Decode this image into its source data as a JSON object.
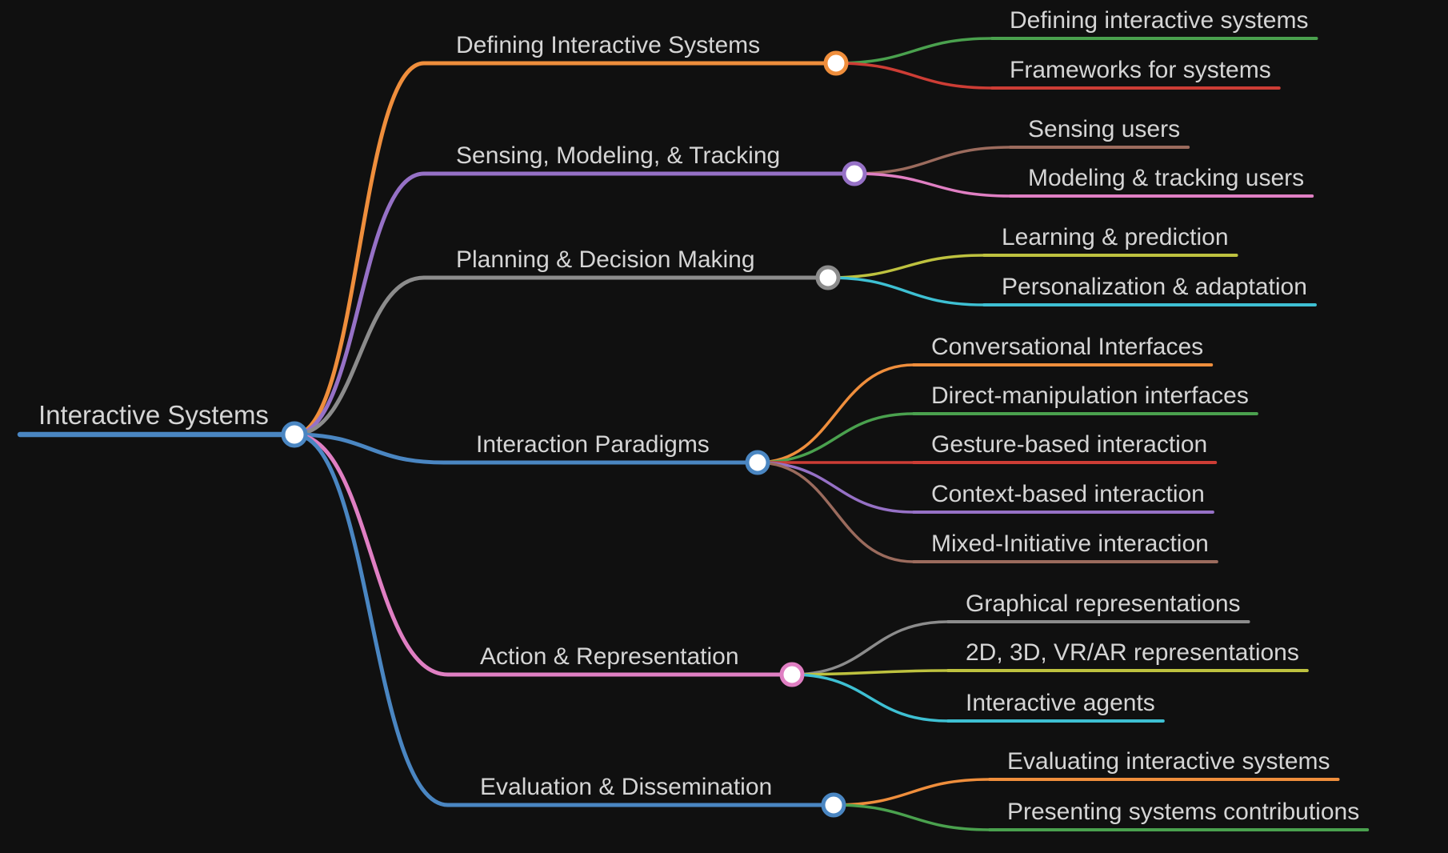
{
  "diagram": {
    "type": "mindmap",
    "background": "#101010",
    "text_color": "#d5d5d5",
    "node_fill": "#ffffff",
    "palette": {
      "blue": "#4a86c2",
      "orange": "#ef8e3c",
      "green": "#4aa14e",
      "red": "#cd3d35",
      "purple": "#9671c6",
      "brown": "#9b6b5d",
      "pink": "#e07fc3",
      "gray": "#8c8c8c",
      "olive": "#bec23f",
      "cyan": "#3ec0d3"
    },
    "tree": {
      "label": "Interactive Systems",
      "color": "#4a86c2",
      "children": [
        {
          "label": "Defining Interactive Systems",
          "color": "#ef8e3c",
          "children": [
            {
              "label": "Defining interactive systems",
              "color": "#4aa14e"
            },
            {
              "label": "Frameworks for systems",
              "color": "#cd3d35"
            }
          ]
        },
        {
          "label": "Sensing, Modeling, & Tracking",
          "color": "#9671c6",
          "children": [
            {
              "label": "Sensing users",
              "color": "#9b6b5d"
            },
            {
              "label": "Modeling & tracking users",
              "color": "#e07fc3"
            }
          ]
        },
        {
          "label": "Planning & Decision Making",
          "color": "#8c8c8c",
          "children": [
            {
              "label": "Learning & prediction",
              "color": "#bec23f"
            },
            {
              "label": "Personalization & adaptation",
              "color": "#3ec0d3"
            }
          ]
        },
        {
          "label": "Interaction Paradigms",
          "color": "#4a86c2",
          "children": [
            {
              "label": "Conversational Interfaces",
              "color": "#ef8e3c"
            },
            {
              "label": "Direct-manipulation interfaces",
              "color": "#4aa14e"
            },
            {
              "label": "Gesture-based interaction",
              "color": "#cd3d35"
            },
            {
              "label": "Context-based interaction",
              "color": "#9671c6"
            },
            {
              "label": "Mixed-Initiative interaction",
              "color": "#9b6b5d"
            }
          ]
        },
        {
          "label": "Action & Representation",
          "color": "#e07fc3",
          "children": [
            {
              "label": "Graphical representations",
              "color": "#8c8c8c"
            },
            {
              "label": "2D, 3D, VR/AR representations",
              "color": "#bec23f"
            },
            {
              "label": "Interactive agents",
              "color": "#3ec0d3"
            }
          ]
        },
        {
          "label": "Evaluation & Dissemination",
          "color": "#4a86c2",
          "children": [
            {
              "label": "Evaluating interactive systems",
              "color": "#ef8e3c"
            },
            {
              "label": "Presenting systems contributions",
              "color": "#4aa14e"
            }
          ]
        }
      ]
    }
  }
}
